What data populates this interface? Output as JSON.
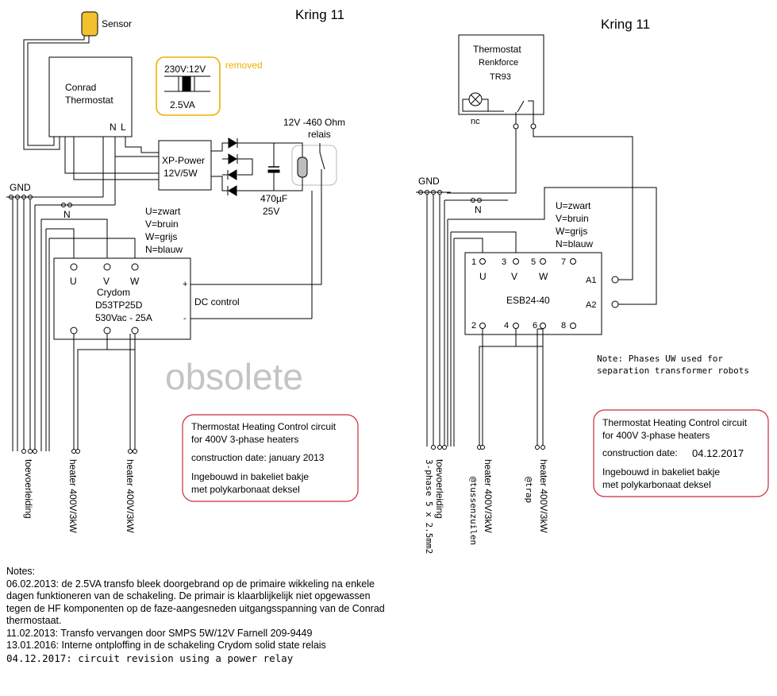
{
  "left": {
    "title": "Kring 11",
    "sensor_label": "Sensor",
    "conrad_line1": "Conrad",
    "conrad_line2": "Thermostat",
    "conrad_n": "N",
    "conrad_l": "L",
    "transformer_label": "230V:12V",
    "transformer_power": "2.5VA",
    "removed_label": "removed",
    "xp_line1": "XP-Power",
    "xp_line2": "12V/5W",
    "relay_line1": "12V -460 Ohm",
    "relay_line2": "relais",
    "cap_line1": "470µF",
    "cap_line2": "25V",
    "gnd_label": "GND",
    "n_label": "N",
    "legend": [
      "U=zwart",
      "V=bruin",
      "W=grijs",
      "N=blauw"
    ],
    "crydom_uvw": [
      "U",
      "V",
      "W"
    ],
    "crydom_line1": "Crydom",
    "crydom_line2": "D53TP25D",
    "crydom_line3": "530Vac - 25A",
    "plus": "+",
    "minus": "-",
    "dc_control": "DC control",
    "obsolete": "obsolete",
    "info": {
      "line1": "Thermostat Heating Control circuit",
      "line2": "for 400V 3-phase heaters",
      "line3": "construction date: january 2013",
      "line4": "Ingebouwd in bakeliet bakje",
      "line5": "met polykarbonaat deksel"
    },
    "outputs": [
      "toevoerleiding",
      "heater 400V/3kW",
      "heater 400V/3kW"
    ]
  },
  "right": {
    "title": "Kring 11",
    "thermo_line1": "Thermostat",
    "thermo_line2": "Renkforce",
    "thermo_line3": "TR93",
    "nc_label": "nc",
    "gnd_label": "GND",
    "n_label": "N",
    "legend": [
      "U=zwart",
      "V=bruin",
      "W=grijs",
      "N=blauw"
    ],
    "pins_top": [
      "1",
      "3",
      "5",
      "7"
    ],
    "pins_bottom": [
      "2",
      "4",
      "6",
      "8"
    ],
    "uvw": [
      "U",
      "V",
      "W"
    ],
    "esb_label": "ESB24-40",
    "a1": "A1",
    "a2": "A2",
    "note_line1": "Note: Phases UW used for",
    "note_line2": "separation transformer robots",
    "info": {
      "line1": "Thermostat Heating Control circuit",
      "line2": "for 400V 3-phase heaters",
      "line3": "construction date:",
      "date": "04.12.2017",
      "line4": "Ingebouwd in bakeliet bakje",
      "line5": "met polykarbonaat deksel"
    },
    "outputs": [
      "toevoerleiding",
      "3-phase 5 x 2.5mm2",
      "heater 400V/3kW",
      "@tussenzuilen",
      "heater 400V/3kW",
      "@trap"
    ]
  },
  "notes": {
    "heading": "Notes:",
    "lines": [
      "06.02.2013: de 2.5VA transfo bleek doorgebrand op de primaire wikkeling na enkele",
      "dagen funktioneren van de schakeling. De primair is klaarblijkelijk niet opgewassen",
      "tegen de HF komponenten op de faze-aangesneden uitgangsspanning van de Conrad",
      "thermostaat.",
      "11.02.2013: Transfo vervangen door SMPS 5W/12V Farnell 209-9449",
      "13.01.2016: Interne ontploffing in de schakeling Crydom solid state relais",
      "04.12.2017: circuit revision using a power relay"
    ]
  },
  "colors": {
    "sensor": "#f2c12e",
    "removed": "#f0b000",
    "info_border": "#cc2a3a",
    "obsolete": "#c4c4c4"
  }
}
